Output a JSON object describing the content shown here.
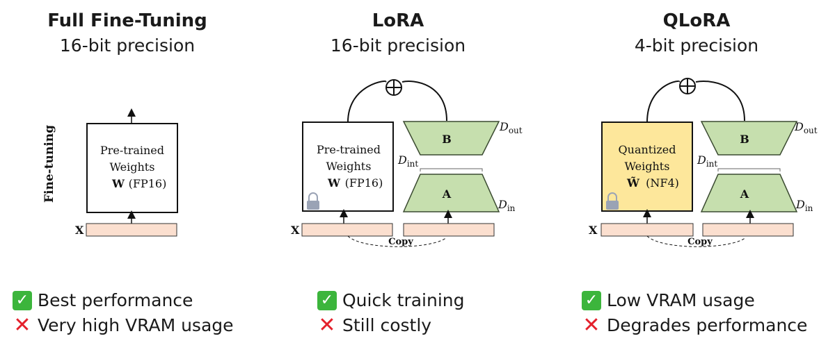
{
  "colors": {
    "adapter_fill": "#c6dfae",
    "adapter_stroke": "#3a4a30",
    "input_fill": "#fbdfcf",
    "quantized_fill": "#fde79b",
    "check_green": "#3cb53c",
    "cross_red": "#e4202b"
  },
  "columns": [
    {
      "title": "Full Fine-Tuning",
      "subtitle": "16-bit precision",
      "diagram": {
        "side_label": "Fine-tuning",
        "weights_line1": "Pre-trained",
        "weights_line2": "Weights",
        "weights_symbol": "W",
        "weights_format": "(FP16)",
        "input_label": "X"
      },
      "pros": "Best performance",
      "cons": "Very high VRAM usage"
    },
    {
      "title": "LoRA",
      "subtitle": "16-bit precision",
      "diagram": {
        "weights_line1": "Pre-trained",
        "weights_line2": "Weights",
        "weights_symbol": "W",
        "weights_format": "(FP16)",
        "input_label": "X",
        "copy_label": "Copy",
        "adapter_a": "A",
        "adapter_b": "B",
        "d_out": "D",
        "d_out_sub": "out",
        "d_int": "D",
        "d_int_sub": "int",
        "d_in": "D",
        "d_in_sub": "in",
        "plus_icon": "circle-plus-icon",
        "lock_icon": "lock-icon"
      },
      "pros": "Quick training",
      "cons": "Still costly"
    },
    {
      "title": "QLoRA",
      "subtitle": "4-bit precision",
      "diagram": {
        "weights_line1": "Quantized",
        "weights_line2": "Weights",
        "weights_symbol": "W̃",
        "weights_format": "(NF4)",
        "input_label": "X",
        "copy_label": "Copy",
        "adapter_a": "A",
        "adapter_b": "B",
        "d_out": "D",
        "d_out_sub": "out",
        "d_int": "D",
        "d_int_sub": "int",
        "d_in": "D",
        "d_in_sub": "in",
        "plus_icon": "circle-plus-icon",
        "lock_icon": "lock-icon"
      },
      "pros": "Low VRAM usage",
      "cons": "Degrades performance"
    }
  ],
  "icons": {
    "check": "✓",
    "cross": "✕"
  }
}
